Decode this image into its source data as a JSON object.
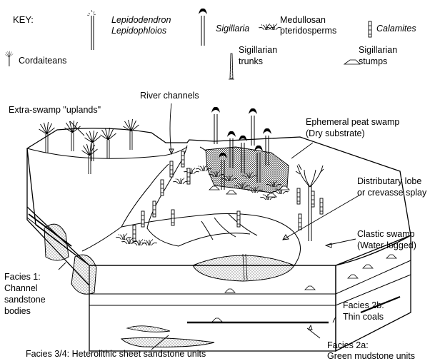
{
  "key": {
    "heading": "KEY:",
    "items": [
      {
        "name": "lepidodendron",
        "line1": "Lepidodendron",
        "line2": "Lepidophloios",
        "style": "italic"
      },
      {
        "name": "sigillaria",
        "line1": "Sigillaria",
        "line2": "",
        "style": "italic"
      },
      {
        "name": "medullosan",
        "line1": "Medullosan",
        "line2": "pteridosperms",
        "style": "roman"
      },
      {
        "name": "calamites",
        "line1": "Calamites",
        "line2": "",
        "style": "italic"
      },
      {
        "name": "cordaiteans",
        "line1": "Cordaiteans",
        "line2": "",
        "style": "roman"
      },
      {
        "name": "sigillarian-trunks",
        "line1": "Sigillarian",
        "line2": "trunks",
        "style": "roman"
      },
      {
        "name": "sigillarian-stumps",
        "line1": "Sigillarian",
        "line2": "stumps",
        "style": "roman"
      }
    ]
  },
  "labels": {
    "river_channels": "River channels",
    "uplands": "Extra-swamp \"uplands\"",
    "ephemeral_1": "Ephemeral peat swamp",
    "ephemeral_2": "(Dry substrate)",
    "distributary_1": "Distributary lobe",
    "distributary_2": "or crevasse splay",
    "clastic_1": "Clastic swamp",
    "clastic_2": "(Water-logged)",
    "facies1_1": "Facies 1:",
    "facies1_2": "Channel",
    "facies1_3": "sandstone",
    "facies1_4": "bodies",
    "facies2b_1": "Facies 2b:",
    "facies2b_2": "Thin coals",
    "facies34": "Facies 3/4: Heterolithic sheet sandstone units",
    "facies2a_1": "Facies 2a:",
    "facies2a_2": "Green mudstone units"
  },
  "colors": {
    "line": "#000000",
    "peat": "#555555",
    "background": "#ffffff"
  }
}
